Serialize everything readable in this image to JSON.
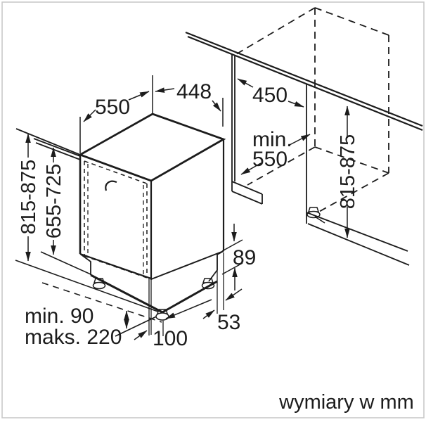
{
  "diagram": {
    "title_hidden": "",
    "footer_note": "wymiary w mm",
    "dimensions": {
      "top_depth": "550",
      "top_width": "448",
      "niche_opening_width": "450",
      "niche_depth_min_label": "min.",
      "niche_depth_min_value": "550",
      "left_total_height": "815-875",
      "left_under_worktop_height": "655-725",
      "right_niche_height": "815-875",
      "rear_plinth_height": "89",
      "rear_foot_offset": "53",
      "front_foot_inset": "100",
      "plinth_min": "min. 90",
      "plinth_max": "maks. 220"
    },
    "line_color": "#1c1c1c",
    "background_color": "#ffffff",
    "border_color": "#c6c6c6"
  }
}
